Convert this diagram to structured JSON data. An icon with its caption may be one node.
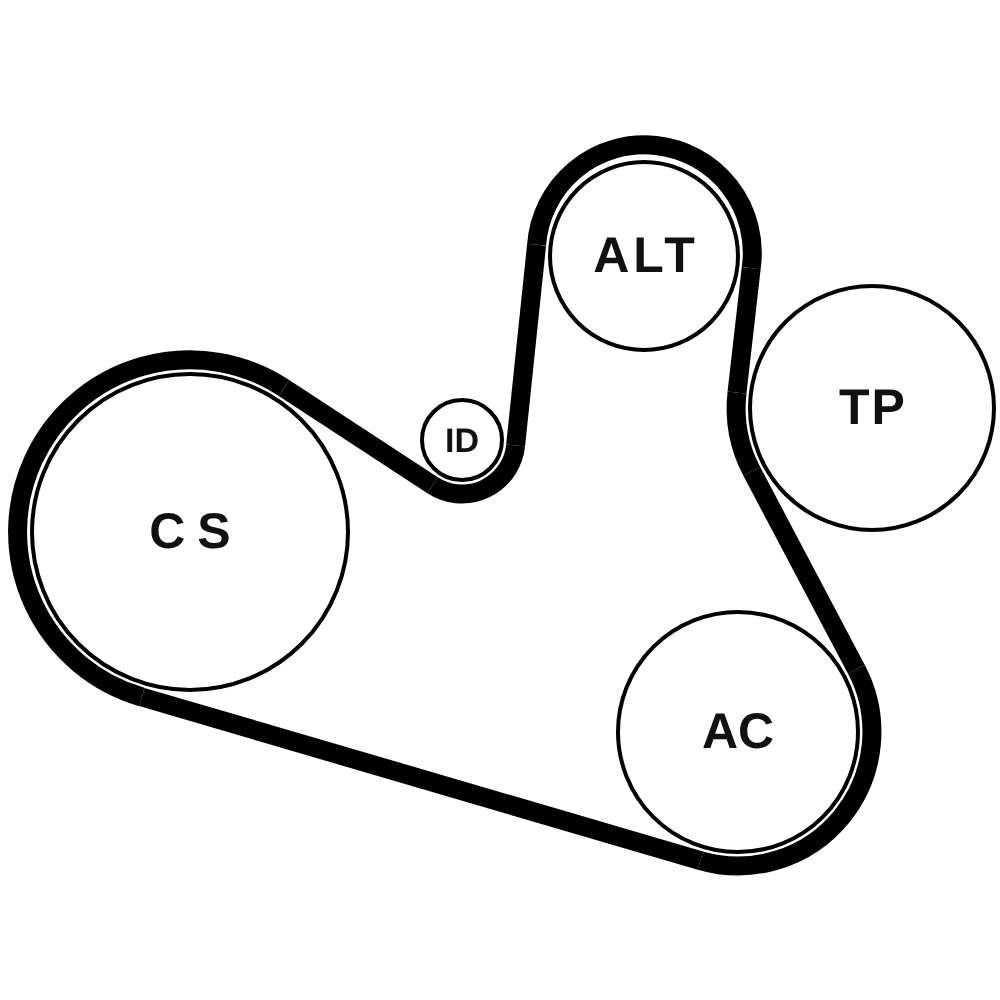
{
  "diagram": {
    "nodes": [
      {
        "text": [
          "ALT"
        ]
      },
      {
        "text": [
          "TP"
        ]
      },
      {
        "text": [
          "ID"
        ]
      },
      {
        "text": [
          "CS"
        ]
      },
      {
        "text": [
          "AC"
        ]
      }
    ],
    "edges": [
      {
        "from": 3,
        "to": 2,
        "arrow": "none"
      },
      {
        "from": 2,
        "to": 0,
        "arrow": "none"
      },
      {
        "from": 0,
        "to": 1,
        "arrow": "none"
      },
      {
        "from": 1,
        "to": 4,
        "arrow": "none"
      },
      {
        "from": 4,
        "to": 3,
        "arrow": "none"
      }
    ]
  }
}
